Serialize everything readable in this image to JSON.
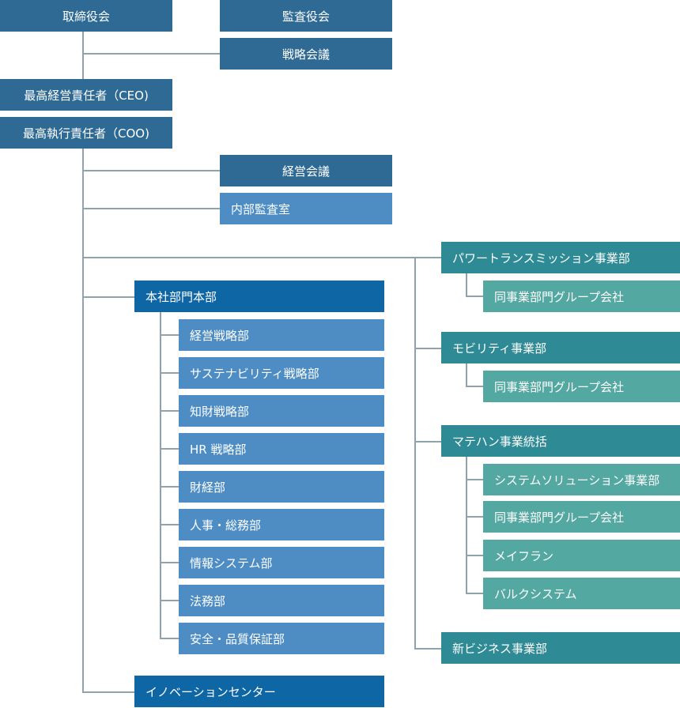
{
  "top": {
    "board": "取締役会",
    "audit": "監査役会",
    "strategy_meeting": "戦略会議",
    "ceo": "最高経営責任者（CEO)",
    "coo": "最高執行責任者（COO)",
    "management_meeting": "経営会議",
    "internal_audit": "内部監査室"
  },
  "hq": {
    "title": "本社部門本部",
    "departments": [
      "経営戦略部",
      "サステナビリティ戦略部",
      "知財戦略部",
      "HR 戦略部",
      "財経部",
      "人事・総務部",
      "情報システム部",
      "法務部",
      "安全・品質保証部"
    ]
  },
  "innovation": "イノベーションセンター",
  "business_units": {
    "power": {
      "title": "パワートランスミッション事業部",
      "subs": [
        "同事業部門グループ会社"
      ]
    },
    "mobility": {
      "title": "モビリティ事業部",
      "subs": [
        "同事業部門グループ会社"
      ]
    },
    "mh": {
      "title": "マテハン事業統括",
      "subs": [
        "システムソリューション事業部",
        "同事業部門グループ会社",
        "メイフラン",
        "バルクシステム"
      ]
    },
    "new_biz": {
      "title": "新ビジネス事業部"
    }
  },
  "colors": {
    "connector": "#8fa3ad",
    "governance_box": "#2f6a94",
    "department_box": "#4e8dc4",
    "hq_box": "#0f66a5",
    "business_unit_box": "#2e8b95",
    "subsidiary_box": "#54a8a2"
  }
}
